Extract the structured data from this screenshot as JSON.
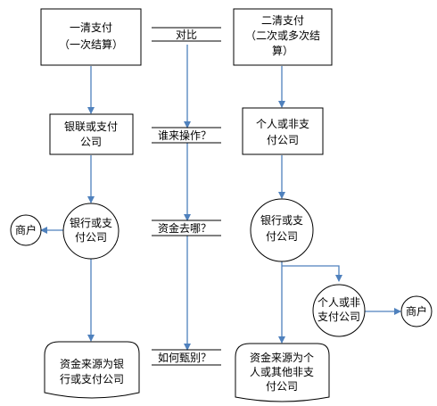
{
  "colors": {
    "arrow": "#4f81bd",
    "divider": "#000000",
    "stroke": "#000000",
    "text": "#000000",
    "background": "#ffffff"
  },
  "diagram": {
    "left_top": [
      "一清支付",
      "（一次结算）"
    ],
    "right_top": [
      "二清支付",
      "（二次或多次结",
      "算）"
    ],
    "left_mid": [
      "银联或支付",
      "公司"
    ],
    "right_mid": [
      "个人或非支",
      "付公司"
    ],
    "left_circle": [
      "银行或支",
      "付公司"
    ],
    "right_circle": [
      "银行或支",
      "付公司"
    ],
    "left_merchant": "商户",
    "right_circle2": [
      "个人或非",
      "支付公司"
    ],
    "right_merchant": "商户",
    "left_bottom": [
      "资金来源为银",
      "行或支付公司"
    ],
    "right_bottom": [
      "资金来源为个",
      "人或其他非支",
      "付公司"
    ],
    "mid_labels": [
      "对比",
      "谁来操作？",
      "资金去哪？",
      "如何甄别？"
    ]
  }
}
